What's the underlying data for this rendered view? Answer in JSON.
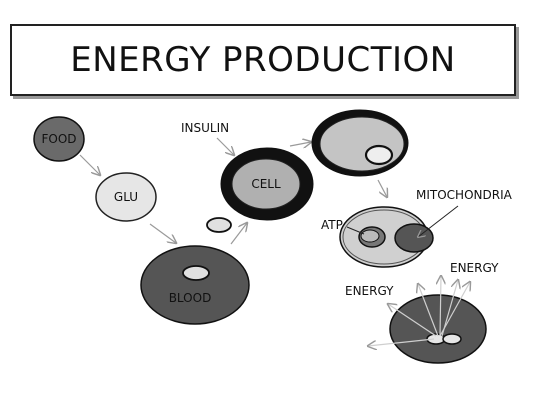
{
  "title": "ENERGY PRODUCTION",
  "labels": {
    "food": "FOOD",
    "glu": "GLU",
    "blood": "BLOOD",
    "insulin": "INSULIN",
    "cell": "CELL",
    "mitochondria": "MITOCHONDRIA",
    "atp": "ATP",
    "energy_right": "ENERGY",
    "energy_left": "ENERGY"
  },
  "colors": {
    "dark": "#5a5a5a",
    "mid": "#a8a8a8",
    "light": "#e2e2e2",
    "outline": "#111111",
    "arrow": "#9a9a9a"
  }
}
